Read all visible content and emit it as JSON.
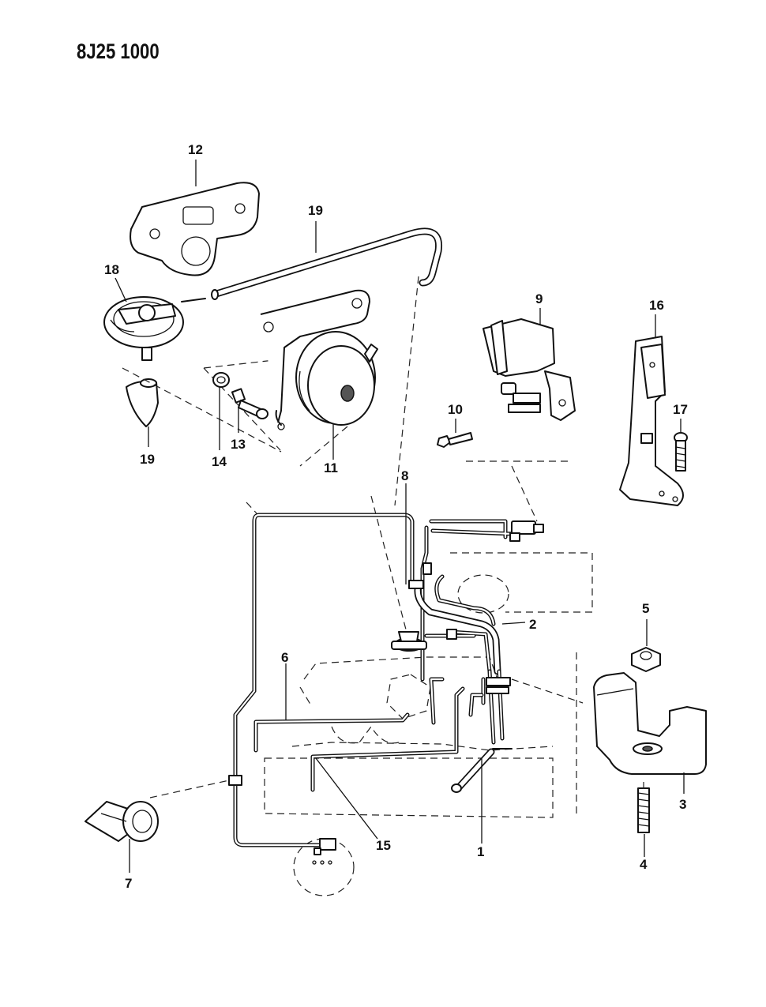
{
  "diagram_code": "8J25 1000",
  "callouts": {
    "c1": "1",
    "c2": "2",
    "c3": "3",
    "c4": "4",
    "c5": "5",
    "c6": "6",
    "c7": "7",
    "c8": "8",
    "c9": "9",
    "c10": "10",
    "c11": "11",
    "c12": "12",
    "c13": "13",
    "c14": "14",
    "c15": "15",
    "c16": "16",
    "c17": "17",
    "c18": "18",
    "c19a": "19",
    "c19b": "19"
  }
}
